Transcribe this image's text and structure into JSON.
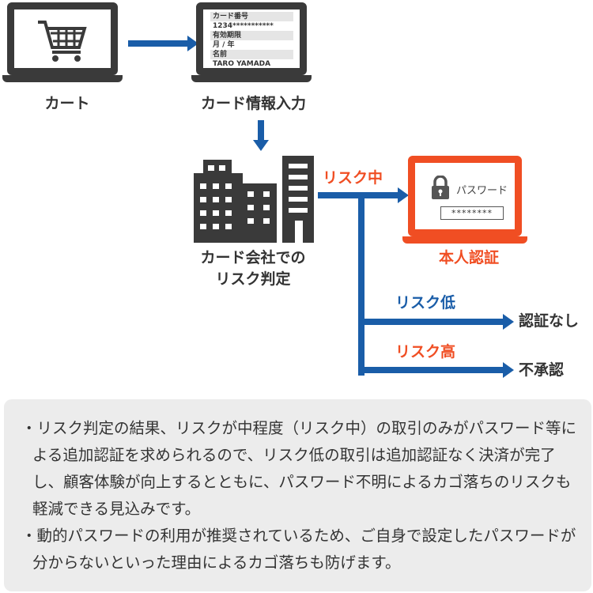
{
  "steps": {
    "cart": "カート",
    "card_input": "カード情報入力",
    "risk_line1": "カード会社での",
    "risk_line2": "リスク判定",
    "auth": "本人認証"
  },
  "card_form": {
    "number_label": "カード番号",
    "number_value": "1234***********",
    "expiry_label": "有効期限",
    "expiry_value": "月 / 年",
    "name_label": "名前",
    "name_value": "TARO YAMADA"
  },
  "password_screen": {
    "label": "パスワード",
    "value": "********"
  },
  "branches": {
    "mid": "リスク中",
    "low": "リスク低",
    "high": "リスク高",
    "no_auth": "認証なし",
    "rejected": "不承認"
  },
  "notes": [
    "リスク判定の結果、リスクが中程度（リスク中）の取引のみがパスワード等による追加認証を求められるので、リスク低の取引は追加認証なく決済が完了し、顧客体験が向上するとともに、パスワード不明によるカゴ落ちのリスクも軽減できる見込みです。",
    "動的パスワードの利用が推奨されているため、ご自身で設定したパスワードが分からないといった理由によるカゴ落ちも防げます。"
  ],
  "colors": {
    "blue": "#1a5da8",
    "orange": "#f04e23",
    "dark": "#3a3a3a"
  }
}
